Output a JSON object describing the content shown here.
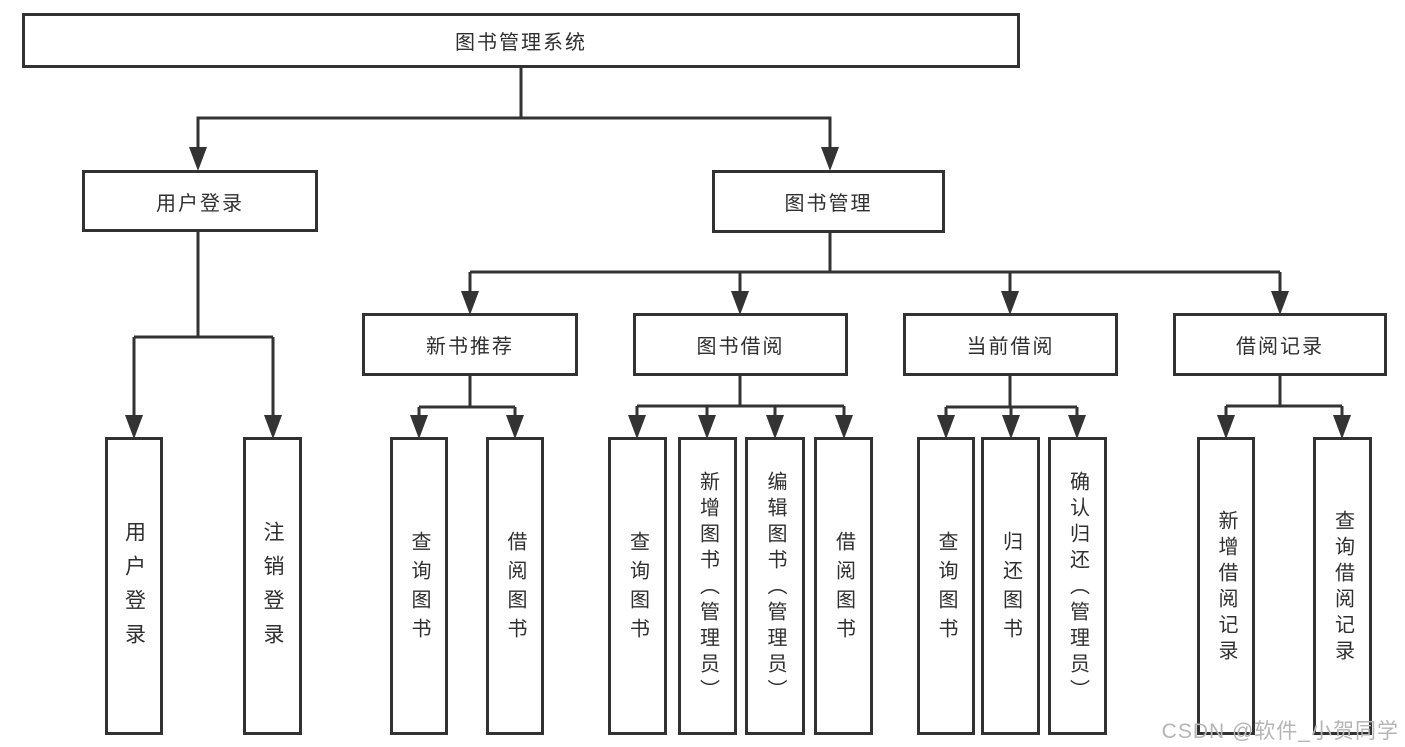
{
  "root": {
    "label": "图书管理系统"
  },
  "user_branch": {
    "label": "用户登录",
    "children": [
      {
        "label": "用户登录"
      },
      {
        "label": "注销登录"
      }
    ]
  },
  "book_branch": {
    "label": "图书管理",
    "sections": [
      {
        "label": "新书推荐",
        "children": [
          {
            "label": "查询图书"
          },
          {
            "label": "借阅图书"
          }
        ]
      },
      {
        "label": "图书借阅",
        "children": [
          {
            "label": "查询图书"
          },
          {
            "label": "新增图书（管理员）"
          },
          {
            "label": "编辑图书（管理员）"
          },
          {
            "label": "借阅图书"
          }
        ]
      },
      {
        "label": "当前借阅",
        "children": [
          {
            "label": "查询图书"
          },
          {
            "label": "归还图书"
          },
          {
            "label": "确认归还（管理员）"
          }
        ]
      },
      {
        "label": "借阅记录",
        "children": [
          {
            "label": "新增借阅记录"
          },
          {
            "label": "查询借阅记录"
          }
        ]
      }
    ]
  },
  "watermark": {
    "text": "CSDN @软件_小贺同学"
  },
  "colors": {
    "line": "#333333",
    "box_border": "#323232",
    "text": "#2f2f2f",
    "watermark": "#b5b5b5",
    "background": "#ffffff"
  }
}
